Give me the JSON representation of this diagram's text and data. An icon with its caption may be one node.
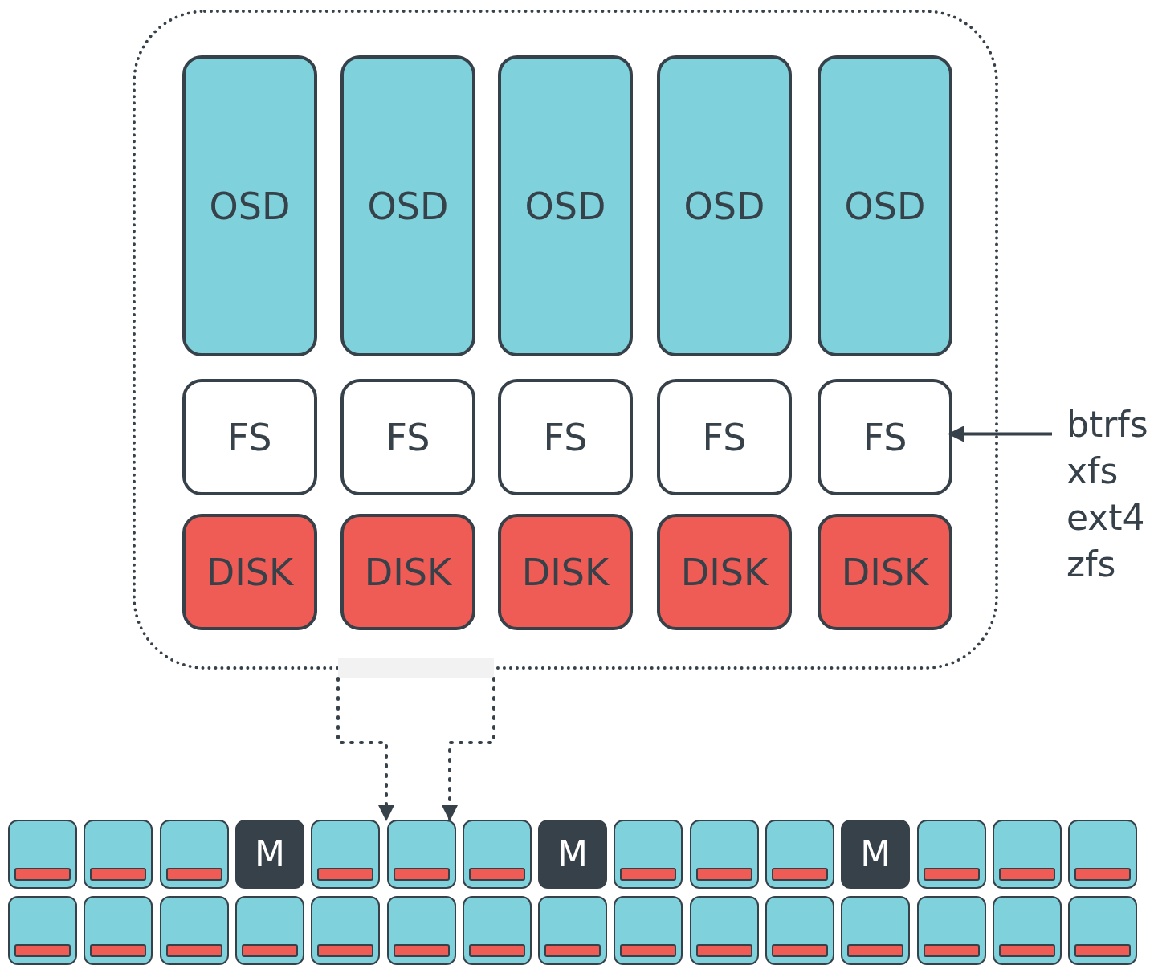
{
  "diagram": {
    "nodes": [
      {
        "text": [],
        "shape": "box"
      },
      {
        "text": [
          "OSD"
        ],
        "in": 0
      },
      {
        "text": [
          "OSD"
        ],
        "in": 0
      },
      {
        "text": [
          "OSD"
        ],
        "in": 0
      },
      {
        "text": [
          "OSD"
        ],
        "in": 0
      },
      {
        "text": [
          "OSD"
        ],
        "in": 0
      },
      {
        "text": [
          "FS"
        ],
        "in": 0
      },
      {
        "text": [
          "FS"
        ],
        "in": 0
      },
      {
        "text": [
          "FS"
        ],
        "in": 0
      },
      {
        "text": [
          "FS"
        ],
        "in": 0
      },
      {
        "text": [
          "FS"
        ],
        "in": 0
      },
      {
        "text": [
          "DISK"
        ],
        "in": 0
      },
      {
        "text": [
          "DISK"
        ],
        "in": 0
      },
      {
        "text": [
          "DISK"
        ],
        "in": 0
      },
      {
        "text": [
          "DISK"
        ],
        "in": 0
      },
      {
        "text": [
          "DISK"
        ],
        "in": 0
      },
      {
        "text": [
          "btrfs",
          "xfs",
          "ext4",
          "zfs"
        ]
      },
      {
        "text": [],
        "shape": "bar"
      },
      {
        "text": [],
        "shape": "box"
      },
      {
        "text": [],
        "shape": "box"
      },
      {
        "text": [],
        "shape": "box"
      },
      {
        "text": [
          "M"
        ]
      },
      {
        "text": [],
        "shape": "box"
      },
      {
        "text": [],
        "shape": "box"
      },
      {
        "text": [],
        "shape": "box"
      },
      {
        "text": [
          "M"
        ]
      },
      {
        "text": [],
        "shape": "box"
      },
      {
        "text": [],
        "shape": "box"
      },
      {
        "text": [],
        "shape": "box"
      },
      {
        "text": [
          "M"
        ]
      },
      {
        "text": [],
        "shape": "box"
      },
      {
        "text": [],
        "shape": "box"
      },
      {
        "text": [],
        "shape": "box"
      },
      {
        "text": [],
        "shape": "box"
      },
      {
        "text": [],
        "shape": "box"
      },
      {
        "text": [],
        "shape": "box"
      },
      {
        "text": [],
        "shape": "box"
      },
      {
        "text": [],
        "shape": "box"
      },
      {
        "text": [],
        "shape": "box"
      },
      {
        "text": [],
        "shape": "box"
      },
      {
        "text": [],
        "shape": "box"
      },
      {
        "text": [],
        "shape": "box"
      },
      {
        "text": [],
        "shape": "box"
      },
      {
        "text": [],
        "shape": "box"
      },
      {
        "text": [],
        "shape": "box"
      },
      {
        "text": [],
        "shape": "box"
      },
      {
        "text": [],
        "shape": "box"
      },
      {
        "text": [],
        "shape": "box"
      }
    ],
    "edges": [
      {
        "from": 16,
        "to": 10,
        "arrow": "to"
      },
      {
        "from": 17,
        "to": 23,
        "arrow": "to",
        "style": "dashed"
      },
      {
        "from": 17,
        "to": 23,
        "arrow": "to",
        "style": "dashed"
      }
    ]
  }
}
